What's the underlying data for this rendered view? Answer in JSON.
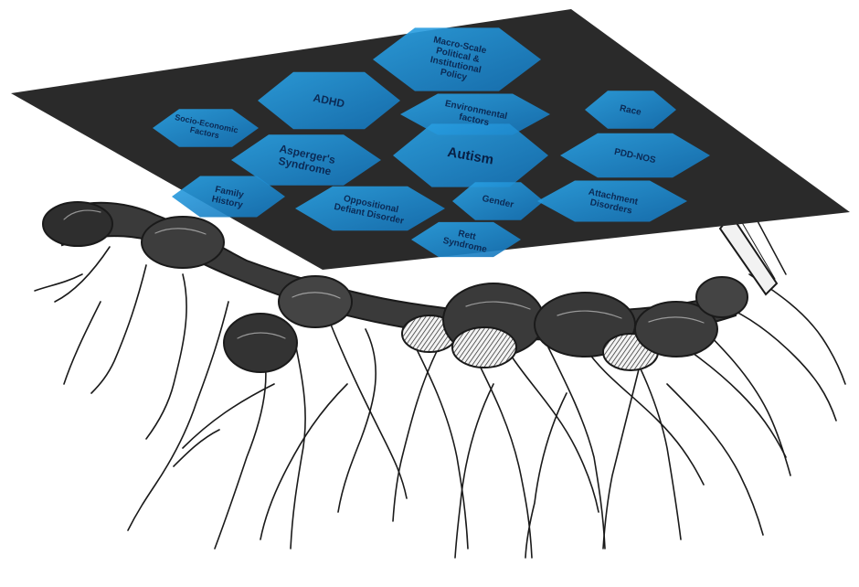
{
  "diagram": {
    "colors": {
      "plate": "#2a2a2a",
      "hex_fill": "#1b8fd6",
      "hex_fill_dark": "#1473b8",
      "label": "#0b2a55",
      "root_ink": "#1a1a1a"
    },
    "nodes": [
      {
        "id": "macro",
        "label": "Macro-Scale Political & Institutional Policy"
      },
      {
        "id": "adhd",
        "label": "ADHD"
      },
      {
        "id": "socio",
        "label": "Socio-Economic Factors"
      },
      {
        "id": "env",
        "label": "Environmental factors"
      },
      {
        "id": "race",
        "label": "Race"
      },
      {
        "id": "asperger",
        "label": "Asperger's Syndrome"
      },
      {
        "id": "autism",
        "label": "Autism"
      },
      {
        "id": "pdd",
        "label": "PDD-NOS"
      },
      {
        "id": "family",
        "label": "Family History"
      },
      {
        "id": "odd",
        "label": "Oppositional Defiant Disorder"
      },
      {
        "id": "gender",
        "label": "Gender"
      },
      {
        "id": "attach",
        "label": "Attachment Disorders"
      },
      {
        "id": "rett",
        "label": "Rett Syndrome"
      }
    ]
  }
}
